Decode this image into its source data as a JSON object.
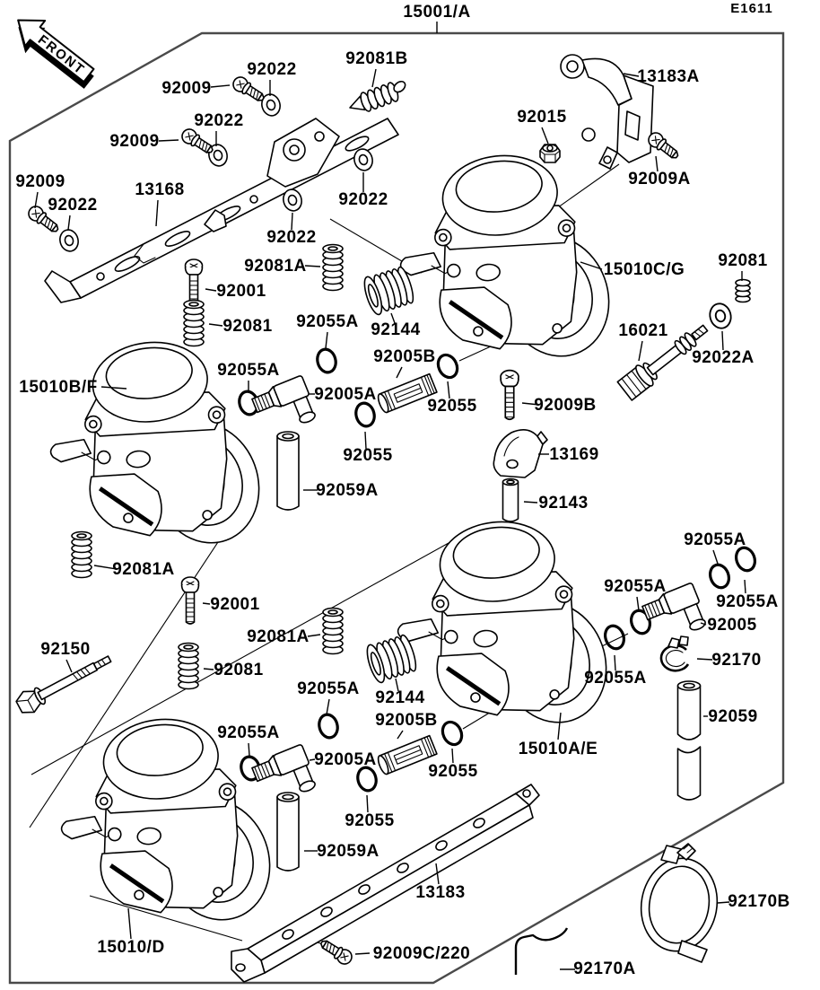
{
  "header": {
    "assembly": "15001/A",
    "code": "E1611",
    "front": "FRONT"
  },
  "part_labels": [
    "92022",
    "92081B",
    "92009",
    "92022",
    "92009",
    "13183A",
    "92015",
    "92009A",
    "92009",
    "92022",
    "13168",
    "92022",
    "92022",
    "92081A",
    "92001",
    "92081",
    "92055A",
    "92144",
    "92005B",
    "92055",
    "92009B",
    "13169",
    "92143",
    "92055A",
    "92005A",
    "92055",
    "92059A",
    "15010B/F",
    "15010C/G",
    "92081",
    "16021",
    "92022A",
    "92150",
    "92081A",
    "92001",
    "92081A",
    "92081",
    "92055A",
    "92144",
    "92005B",
    "92055A",
    "92005A",
    "92055",
    "92055",
    "92059A",
    "13183",
    "92009C/220",
    "15010/D",
    "15010A/E",
    "92055A",
    "92055A",
    "92055A",
    "92005",
    "92170",
    "92055A",
    "92059",
    "92170B",
    "92170A"
  ]
}
